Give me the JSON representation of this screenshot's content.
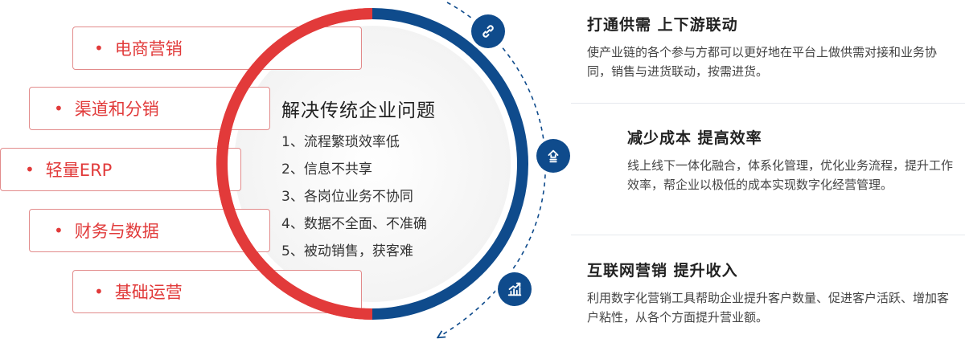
{
  "colors": {
    "red": "#e23a3a",
    "navy": "#0f4b8c",
    "pill_border": "#e28b8b",
    "text_dark": "#222222",
    "text_body": "#444444"
  },
  "left_items": [
    {
      "label": "电商营销"
    },
    {
      "label": "渠道和分销"
    },
    {
      "label": "轻量ERP"
    },
    {
      "label": "财务与数据"
    },
    {
      "label": "基础运营"
    }
  ],
  "center": {
    "title": "解决传统企业问题",
    "items": [
      "1、流程繁琐效率低",
      "2、信息不共享",
      "3、各岗位业务不协同",
      "4、数据不全面、不准确",
      "5、被动销售，获客难"
    ]
  },
  "benefits": [
    {
      "icon": "link-icon",
      "title": "打通供需 上下游联动",
      "desc": "使产业链的各个参与方都可以更好地在平台上做供需对接和业务协同，销售与进货联动，按需进货。"
    },
    {
      "icon": "upgrade-arrow-icon",
      "title": "减少成本 提高效率",
      "desc": "线上线下一体化融合，体系化管理，优化业务流程，提升工作效率，帮企业以极低的成本实现数字化经营管理。"
    },
    {
      "icon": "growth-chart-icon",
      "title": "互联网营销 提升收入",
      "desc": "利用数字化营销工具帮助企业提升客户数量、促进客户活跃、增加客户粘性，从各个方面提升营业额。"
    }
  ]
}
